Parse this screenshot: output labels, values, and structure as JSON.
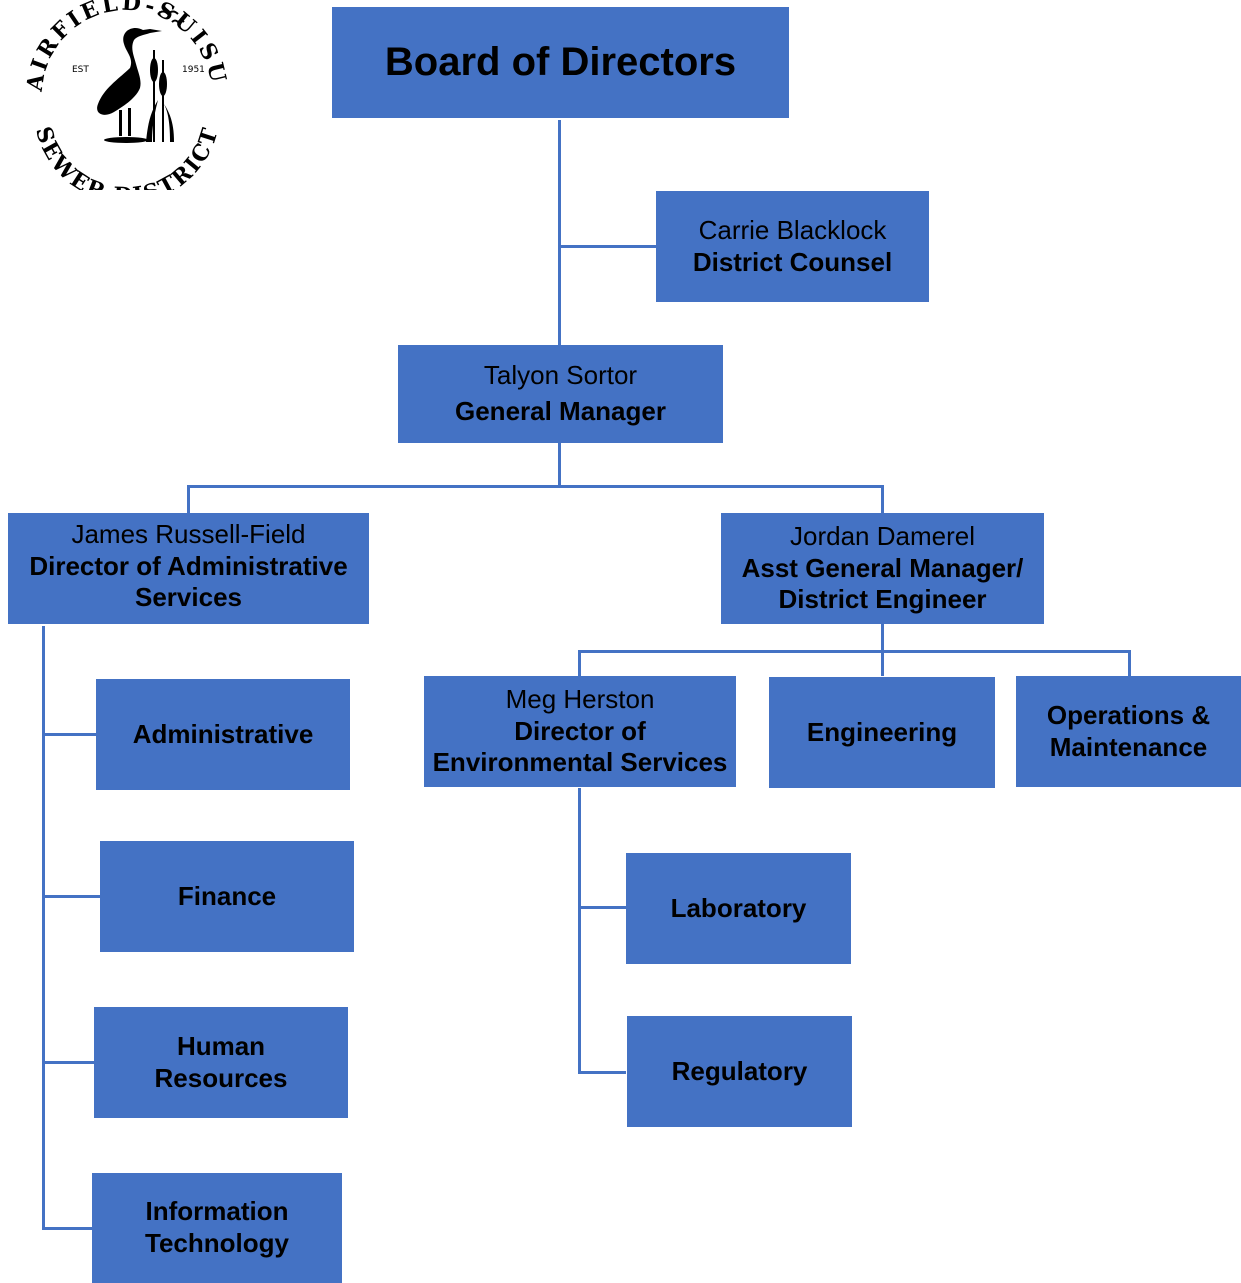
{
  "logo": {
    "top_text": "FAIRFIELD-SUISUN",
    "bottom_text": "SEWER DISTRICT",
    "est": "EST",
    "year": "1951"
  },
  "board": {
    "title": "Board of Directors"
  },
  "counsel": {
    "name": "Carrie Blacklock",
    "title": "District Counsel"
  },
  "gm": {
    "name": "Talyon Sortor",
    "title": "General Manager"
  },
  "admin_director": {
    "name": "James Russell-Field",
    "title": "Director of Administrative Services"
  },
  "agm": {
    "name": "Jordan Damerel",
    "title_line1": "Asst General Manager/",
    "title_line2": "District Engineer"
  },
  "env_director": {
    "name": "Meg Herston",
    "title_line1": "Director of",
    "title_line2": "Environmental Services"
  },
  "units": {
    "engineering": "Engineering",
    "operations_line1": "Operations &",
    "operations_line2": "Maintenance",
    "administrative": "Administrative",
    "finance": "Finance",
    "hr_line1": "Human",
    "hr_line2": "Resources",
    "it_line1": "Information",
    "it_line2": "Technology",
    "laboratory": "Laboratory",
    "regulatory": "Regulatory"
  },
  "colors": {
    "box_fill": "#4472c4",
    "connector": "#4472c4",
    "text": "#000000"
  }
}
